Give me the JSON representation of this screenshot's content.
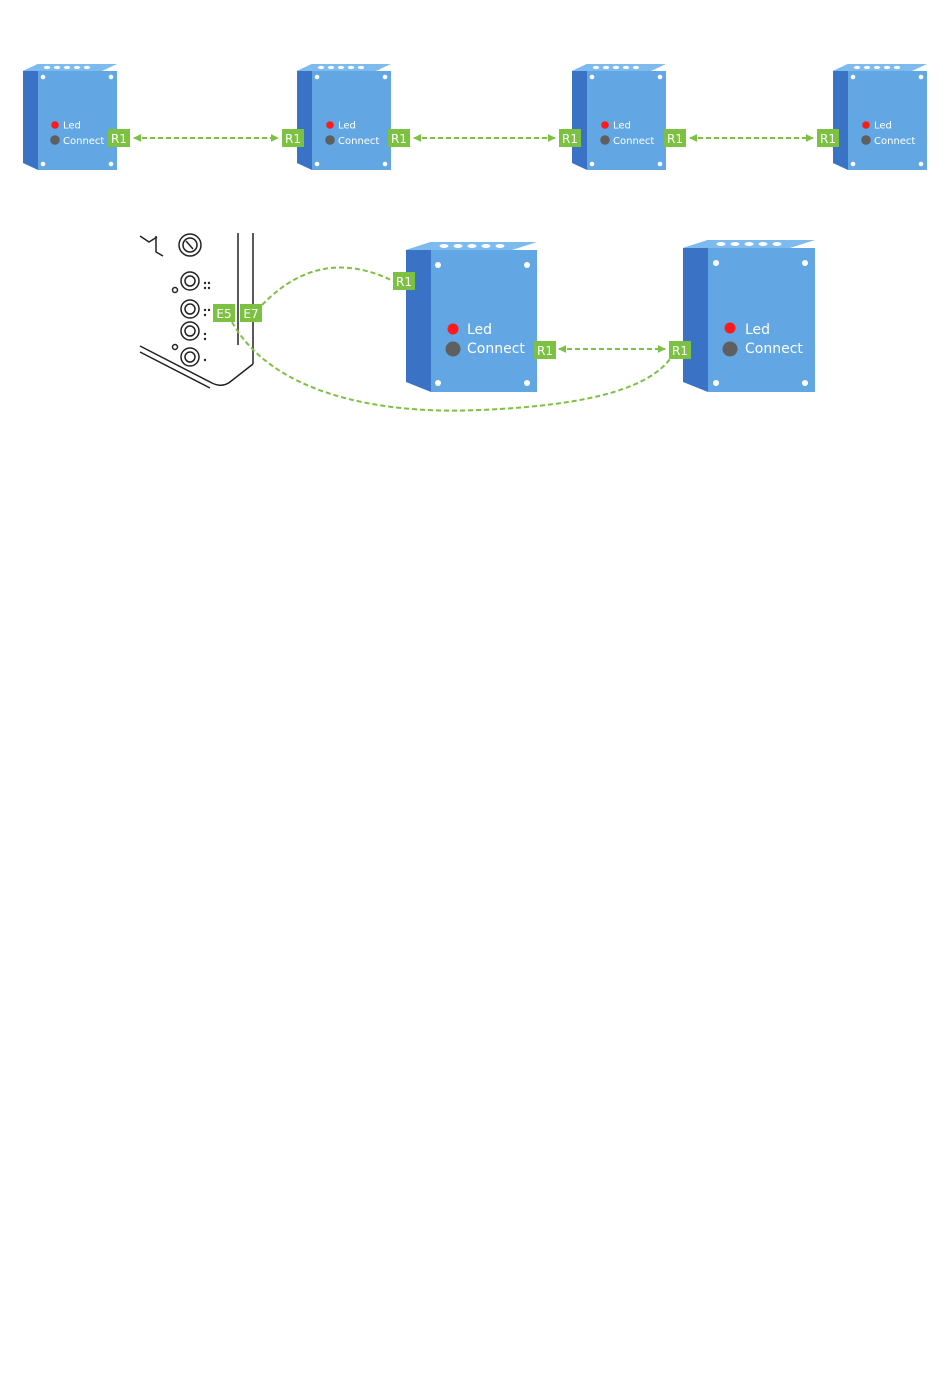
{
  "colors": {
    "box_front": "#62a7e3",
    "box_side": "#3a73c6",
    "box_top": "#7dbbef",
    "port": "#7cc142",
    "link": "#7cc142",
    "led": "#ff1a1a",
    "connect": "#5f5f5f",
    "controller_line": "#222222"
  },
  "labels": {
    "led": "Led",
    "connect": "Connect",
    "port_r1": "R1",
    "port_e5": "E5",
    "port_e7": "E7"
  },
  "diagram": {
    "chain_devices": [
      {
        "led": "Led",
        "connect": "Connect",
        "ports": [
          "R1"
        ]
      },
      {
        "led": "Led",
        "connect": "Connect",
        "ports": [
          "R1",
          "R1"
        ]
      },
      {
        "led": "Led",
        "connect": "Connect",
        "ports": [
          "R1",
          "R1"
        ]
      },
      {
        "led": "Led",
        "connect": "Connect",
        "ports": [
          "R1"
        ]
      }
    ],
    "controller_ports": [
      "E5",
      "E7"
    ],
    "ring_devices": [
      {
        "led": "Led",
        "connect": "Connect",
        "ports": [
          "R1",
          "R1"
        ]
      },
      {
        "led": "Led",
        "connect": "Connect",
        "ports": [
          "R1"
        ]
      }
    ]
  }
}
